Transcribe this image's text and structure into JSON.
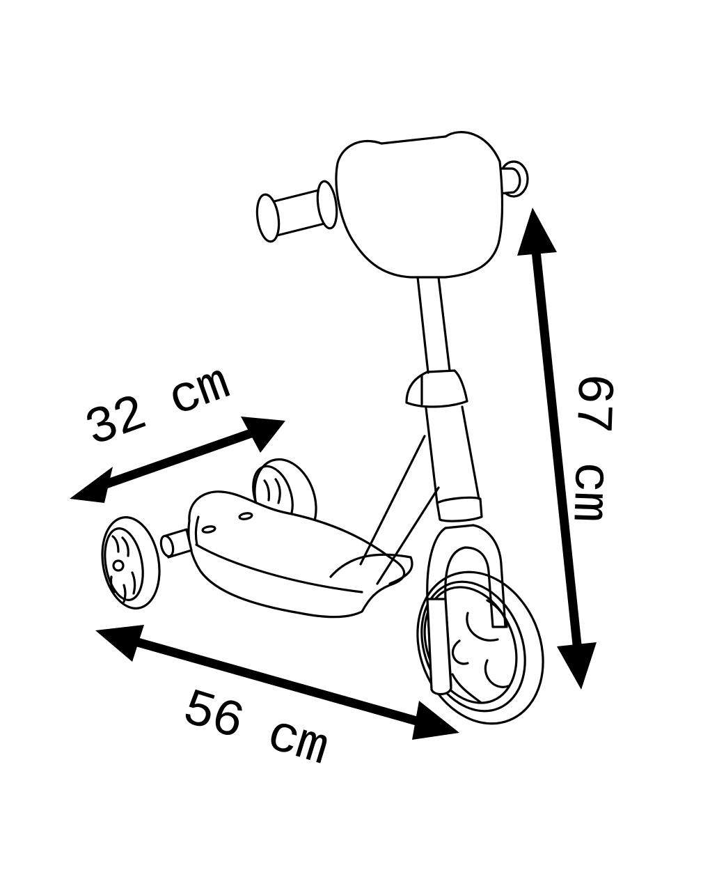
{
  "diagram": {
    "subject": "three-wheel kick scooter (line drawing)",
    "background_color": "#ffffff",
    "ink_color": "#000000"
  },
  "dimensions": {
    "width": {
      "label": "32 cm",
      "value": 32,
      "unit": "cm",
      "axis": "width"
    },
    "length": {
      "label": "56 cm",
      "value": 56,
      "unit": "cm",
      "axis": "length"
    },
    "height": {
      "label": "67 cm",
      "value": 67,
      "unit": "cm",
      "axis": "height"
    }
  }
}
